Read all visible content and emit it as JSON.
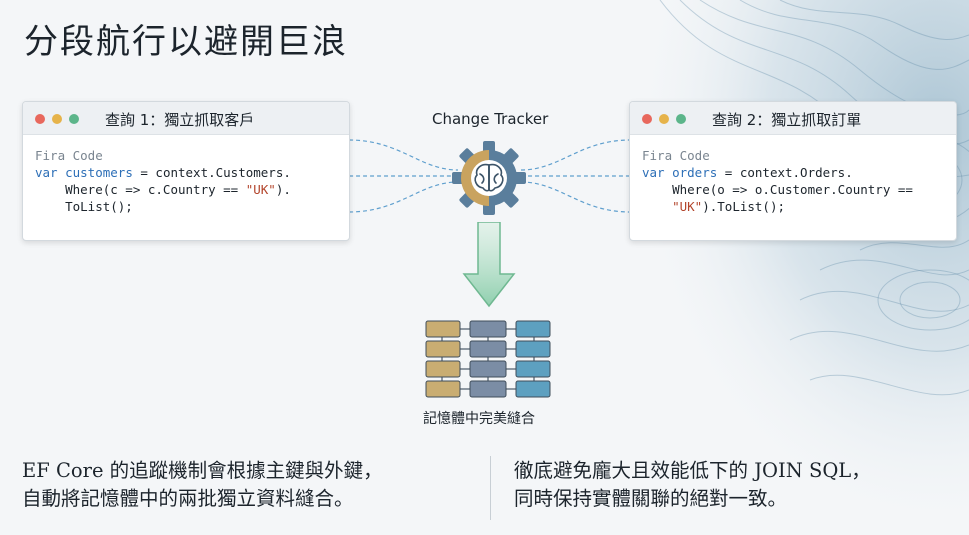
{
  "title": "分段航行以避開巨浪",
  "query1": {
    "title": "查詢 1：獨立抓取客戶",
    "font_label": "Fira Code",
    "code_var": "var",
    "code_name": "customers",
    "code_rest1": " = context.Customers.",
    "code_line2a": "    Where(c => c.Country == ",
    "code_line2str": "\"UK\"",
    "code_line2b": ").",
    "code_line3": "    ToList();"
  },
  "query2": {
    "title": "查詢 2：獨立抓取訂單",
    "font_label": "Fira Code",
    "code_var": "var",
    "code_name": "orders",
    "code_rest1": " = context.Orders.",
    "code_line2": "    Where(o => o.Customer.Country ==",
    "code_line3str": "\"UK\"",
    "code_line3b": ").ToList();"
  },
  "tracker_label": "Change Tracker",
  "merge_label": "記憶體中完美縫合",
  "bottom_left": {
    "line1": "EF Core 的追蹤機制會根據主鍵與外鍵，",
    "line2": "自動將記憶體中的兩批獨立資料縫合。"
  },
  "bottom_right": {
    "line1": "徹底避免龐大且效能低下的 JOIN SQL，",
    "line2": "同時保持實體關聯的絕對一致。"
  },
  "colors": {
    "gear_blue": "#5a7e9c",
    "gear_gold": "#c9a35f",
    "cell_gold": "#c9ad72",
    "cell_slate": "#7b8da5",
    "cell_teal": "#5da0c0",
    "arrow_green": "#8fcfae"
  }
}
